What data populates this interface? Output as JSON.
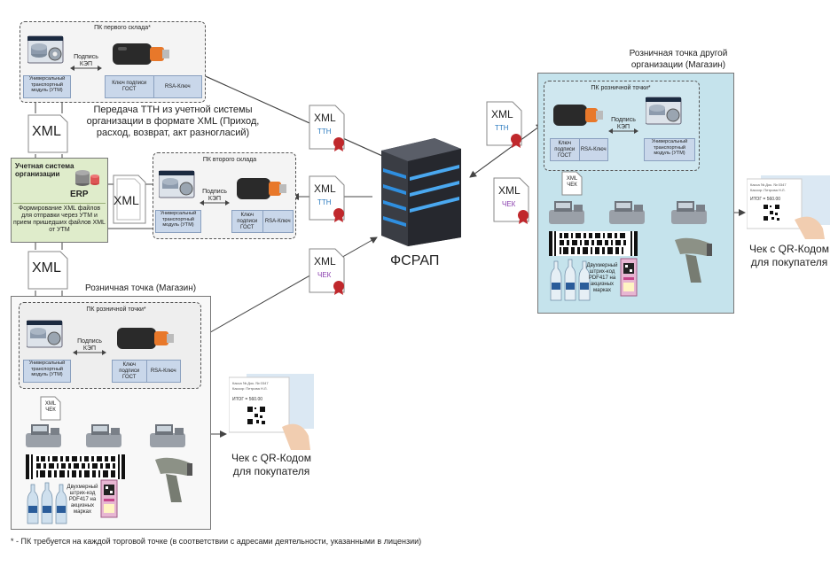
{
  "center": {
    "title": "ФСРАП"
  },
  "warehouse1": {
    "title": "ПК первого склада*",
    "sign_label": "Подпись КЭП",
    "utm_label": "Универсальный транспортный модуль (УТМ)",
    "key_gost": "Ключ подписи ГОСТ",
    "key_rsa": "RSA-Ключ"
  },
  "warehouse2": {
    "title": "ПК второго склада",
    "sign_label": "Подпись КЭП",
    "utm_label": "Универсальный транспортный модуль (УТМ)",
    "key_gost": "Ключ подписи ГОСТ",
    "key_rsa": "RSA-Ключ"
  },
  "erp": {
    "title": "Учетная система организации",
    "logo": "ERP",
    "description": "Формирование XML файлов для отправки через УТМ и прием пришедших файлов XML от УТМ"
  },
  "transfer_note": "Передача ТТН из учетной системы организации в формате XML (Приход, расход, возврат, акт разногласий)",
  "big_xml_label": "XML",
  "docs": {
    "xml": "XML",
    "ttn": "ТТН",
    "check": "ЧЕК"
  },
  "retail_own": {
    "title": "Розничная точка (Магазин)",
    "pc_title": "ПК розничной точки*",
    "sign_label": "Подпись КЭП",
    "utm_label": "Универсальный транспортный модуль (УТМ)",
    "key_gost": "Ключ подписи ГОСТ",
    "key_rsa": "RSA-Ключ",
    "xml_check": "XML ЧЕК",
    "barcode_caption": "Двухмерный штрих-код PDF417 на акцизных марках",
    "receipt_caption": "Чек с QR-Кодом для покупателя",
    "receipt_line1": "Касса № Док. № 0347",
    "receipt_line2": "Кассир: Петрова Н.Л.",
    "receipt_total": "ИТОГ = 560.00"
  },
  "retail_other": {
    "title": "Розничная точка другой организации (Магазин)",
    "pc_title": "ПК розничной точки*",
    "sign_label": "Подпись КЭП",
    "utm_label": "Универсальный транспортный модуль (УТМ)",
    "key_gost": "Ключ подписи ГОСТ",
    "key_rsa": "RSA-Ключ",
    "xml_check": "XML ЧЕК",
    "barcode_caption": "Двухмерный штрих-код PDF417 на акцизных марках",
    "receipt_caption": "Чек с QR-Кодом для покупателя",
    "receipt_line1": "Касса № Док. № 0347",
    "receipt_line2": "Кассир: Петрова Н.Л.",
    "receipt_total": "ИТОГ = 560.00"
  },
  "footnote": "* - ПК требуется на каждой торговой точке (в соответствии с адресами деятельности, указанными в лицензии)",
  "colors": {
    "accent_blue": "#2a7abf",
    "check_purple": "#8a3fae",
    "erp_green": "#dfeccb",
    "other_retail_bg": "#c5e3ec",
    "seal_red": "#c0282c"
  }
}
